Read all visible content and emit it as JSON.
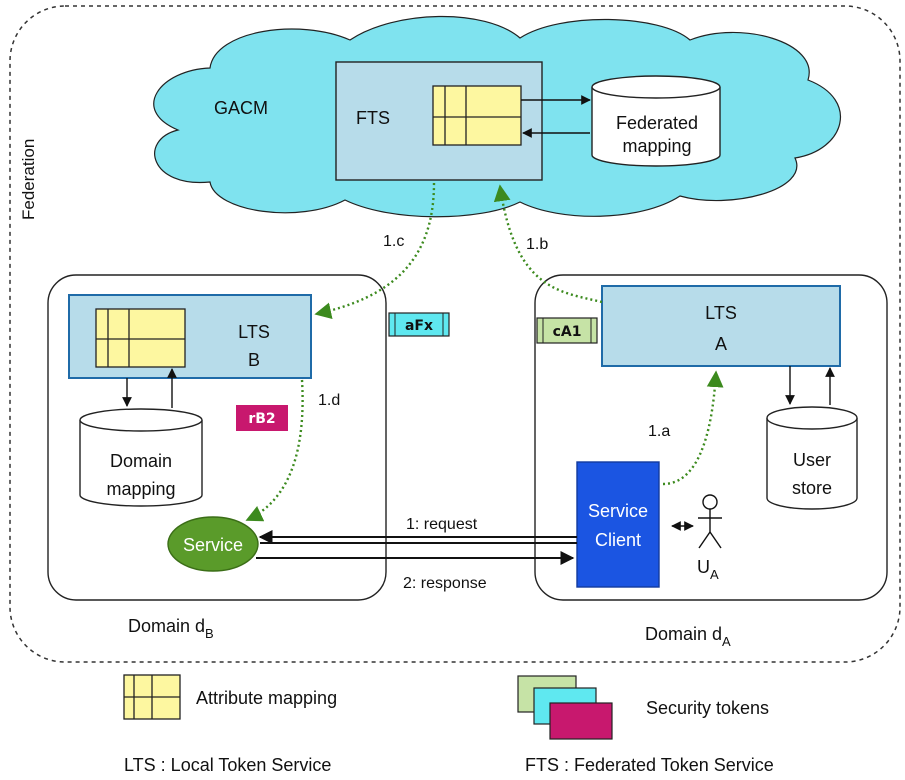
{
  "federation": {
    "label": "Federation"
  },
  "gacm": {
    "label": "GACM"
  },
  "fts": {
    "label": "FTS"
  },
  "federated_mapping": {
    "line1": "Federated",
    "line2": "mapping"
  },
  "lts_b": {
    "line1": "LTS",
    "line2": "B"
  },
  "lts_a": {
    "line1": "LTS",
    "line2": "A"
  },
  "domain_mapping": {
    "line1": "Domain",
    "line2": "mapping"
  },
  "user_store": {
    "line1": "User",
    "line2": "store"
  },
  "service": {
    "label": "Service"
  },
  "service_client": {
    "line1": "Service",
    "line2": "Client"
  },
  "user": {
    "label": "U",
    "sub": "A"
  },
  "domain_b": {
    "label": "Domain d",
    "sub": "B"
  },
  "domain_a": {
    "label": "Domain d",
    "sub": "A"
  },
  "arrows": {
    "a1": "1.a",
    "b1": "1.b",
    "c1": "1.c",
    "d1": "1.d",
    "request": "1: request",
    "response": "2: response"
  },
  "tokens": {
    "aFx": "aFx",
    "cA1": "cA1",
    "rB2": "rB2"
  },
  "legend": {
    "attribute_mapping": "Attribute mapping",
    "security_tokens": "Security tokens",
    "lts_def": "LTS :  Local Token Service",
    "fts_def": "FTS :  Federated Token Service"
  },
  "colors": {
    "cloud": "#7fe3ef",
    "service_box": "#b7dcea",
    "mapping_grid": "#fdf7a0",
    "service_ellipse": "#5a9b2a",
    "service_client": "#1b55e2",
    "token_green": "#c6e3a6",
    "token_cyan": "#5fe8f0",
    "token_magenta": "#c8186e",
    "dotted_arrow": "#3c8a1e"
  }
}
